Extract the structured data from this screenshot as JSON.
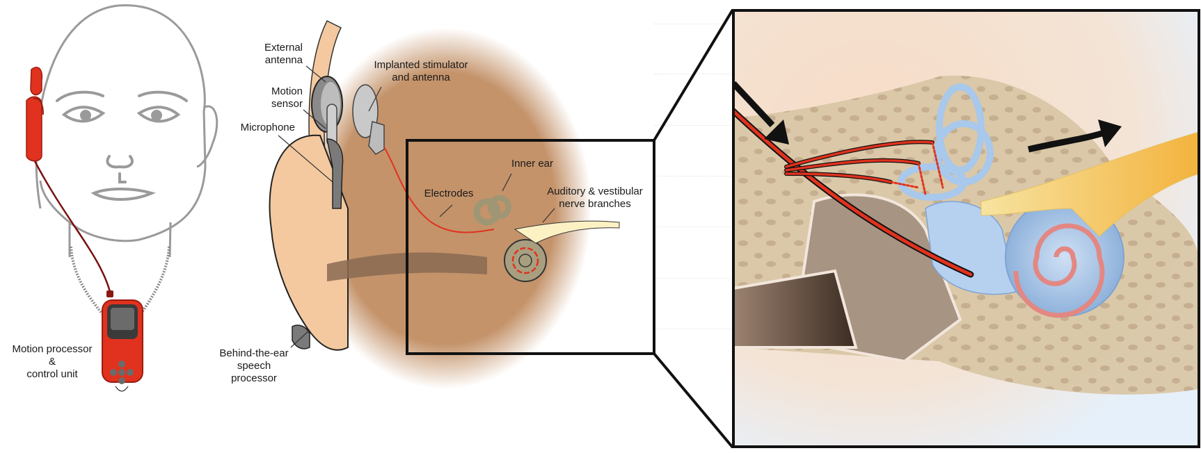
{
  "figure": {
    "title": "Vestibular implant system diagram",
    "panels": [
      "front-view-head",
      "side-view-ear",
      "zoomed-inner-ear"
    ]
  },
  "labels": {
    "motion_processor_line1": "Motion processor",
    "motion_processor_line2": "&",
    "motion_processor_line3": "control unit",
    "external_antenna_line1": "External",
    "external_antenna_line2": "antenna",
    "motion_sensor_line1": "Motion",
    "motion_sensor_line2": "sensor",
    "microphone": "Microphone",
    "implanted_line1": "Implanted stimulator",
    "implanted_line2": "and antenna",
    "bte_line1": "Behind-the-ear",
    "bte_line2": "speech",
    "bte_line3": "processor",
    "inner_ear": "Inner ear",
    "electrodes": "Electrodes",
    "nerve_line1": "Auditory & vestibular",
    "nerve_line2": "nerve branches"
  },
  "colors": {
    "device_red": "#e0321e",
    "lead_dark_red": "#7a1010",
    "skin": "#f4c9a0",
    "head_tissue": "#c4936a",
    "bone": "#d9c7a6",
    "labyrinth_blue": "#a8c8ec",
    "nerve_yellow": "#f3d774",
    "outline_gray": "#8a8a8a"
  }
}
